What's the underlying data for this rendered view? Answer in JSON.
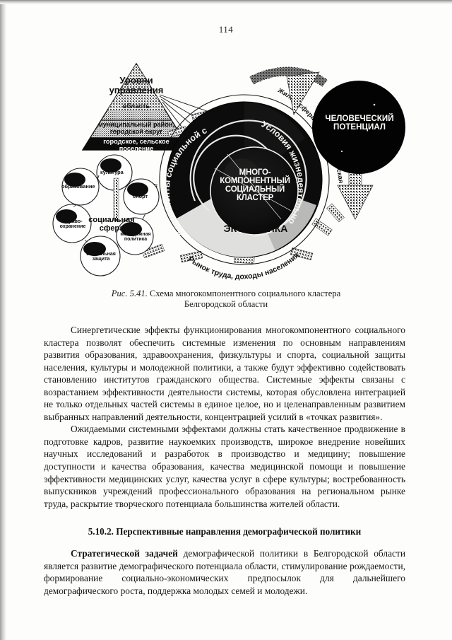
{
  "page": {
    "number": "114"
  },
  "figure": {
    "caption_number": "Рис. 5.41.",
    "caption_line1": "Схема многокомпонентного социального кластера",
    "caption_line2": "Белгородской области",
    "pyramid": {
      "title_line1": "Уровни",
      "title_line2": "управления",
      "level_top": "область",
      "level_mid_line1": "муниципальный район,",
      "level_mid_line2": "городской округ",
      "level_bottom_line1": "городское, сельское",
      "level_bottom_line2": "поселение"
    },
    "social_sphere": {
      "center_line1": "социальная",
      "center_line2": "сфера",
      "bubbles": [
        {
          "label": "образование"
        },
        {
          "label": "культура"
        },
        {
          "label": "спорт"
        },
        {
          "label": "здраво-\nохранение"
        },
        {
          "label": "молодежная\nполитика"
        },
        {
          "label": "социальная\nзащита"
        }
      ]
    },
    "core": {
      "line1": "МНОГО-",
      "line2": "КОМПОНЕНТНЫЙ",
      "line3": "СОЦИАЛЬНЫЙ",
      "line4": "КЛАСТЕР",
      "economy": "ЭКОНОМИКА"
    },
    "ring_labels": {
      "left_arc": "Компоненты социальной сферы",
      "right_arc": "Условия жизнедеятельности",
      "bottom_arc": "Рынок труда, доходы населения",
      "outer_arc": "Жилье, сфера услуг, экологическая безопасность, защита человеческой жизни"
    },
    "human_potential": {
      "line1": "ЧЕЛОВЕЧЕСКИЙ",
      "line2": "ПОТЕНЦИАЛ"
    }
  },
  "body": {
    "paragraph_1": "Синергетические эффекты функционирования многокомпонентного социального кластера позволят обеспечить системные изменения по основным направлениям развития образования, здравоохранения, физкультуры и спорта, социальной защиты населения, культуры и молодежной политики, а также будут эффективно содействовать становлению институтов гражданского общества. Системные эффекты связаны с возрастанием эффективности деятельности системы, которая обусловлена интеграцией не только отдельных частей системы в единое целое, но и целенаправленным развитием выбранных направлений деятельности, концентрацией усилий в «точках развития».",
    "paragraph_2": "Ожидаемыми системными эффектами должны стать качественное продвижение в подготовке кадров, развитие наукоемких производств, широкое внедрение новейших научных исследований и разработок в производство и медицину; повышение доступности и качества образования, качества медицинской помощи и повышение эффективности медицинских услуг, качества услуг в сфере культуры; востребованность выпускников учреждений профессионального образования на региональном рынке труда, раскрытие творческого потенциала большинства жителей области.",
    "subheading": "5.10.2. Перспективные направления демографической политики",
    "paragraph_3_lead": "Стратегической задачей",
    "paragraph_3_rest": " демографической политики в Белгородской области является развитие демографического потенциала области, стимулирование рождаемости, формирование социально-экономических предпосылок для дальнейшего демографического роста, поддержка молодых семей и молодежи."
  },
  "colors": {
    "ink": "#141414",
    "paper": "#fdfdfb",
    "scan_edge": "#8d8d8d"
  }
}
